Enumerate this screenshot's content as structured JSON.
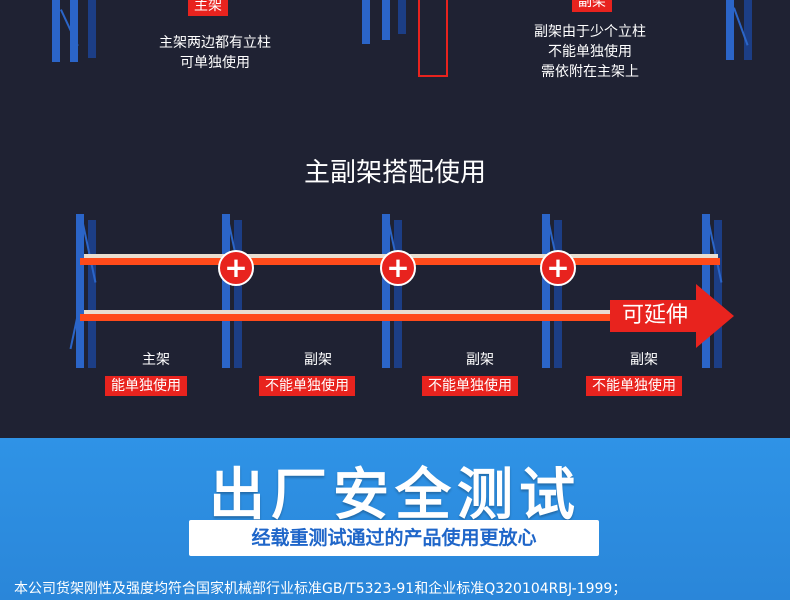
{
  "top_section": {
    "main_rack_tag": "主架",
    "main_rack_desc_line1": "主架两边都有立柱",
    "main_rack_desc_line2": "可单独使用",
    "sub_rack_tag": "副架",
    "sub_rack_desc_line1": "副架由于少个立柱",
    "sub_rack_desc_line2": "不能单独使用",
    "sub_rack_desc_line3": "需依附在主架上"
  },
  "combo_section": {
    "title": "主副架搭配使用",
    "extend_label": "可延伸",
    "plus_glyph": "+",
    "units": [
      {
        "name": "主架",
        "note": "能单独使用"
      },
      {
        "name": "副架",
        "note": "不能单独使用"
      },
      {
        "name": "副架",
        "note": "不能单独使用"
      },
      {
        "name": "副架",
        "note": "不能单独使用"
      }
    ]
  },
  "test_section": {
    "heading": "出厂安全测试",
    "subheading": "经载重测试通过的产品使用更放心",
    "footnote": "本公司货架刚性及强度均符合国家机械部行业标准GB/T5323-91和企业标准Q320104RBJ-1999；"
  },
  "colors": {
    "background_dark": "#1f2233",
    "accent_red": "#e8231e",
    "rack_blue": "#2b65c8",
    "beam_orange": "#ff4a1a",
    "section_blue": "#2f93e6"
  }
}
